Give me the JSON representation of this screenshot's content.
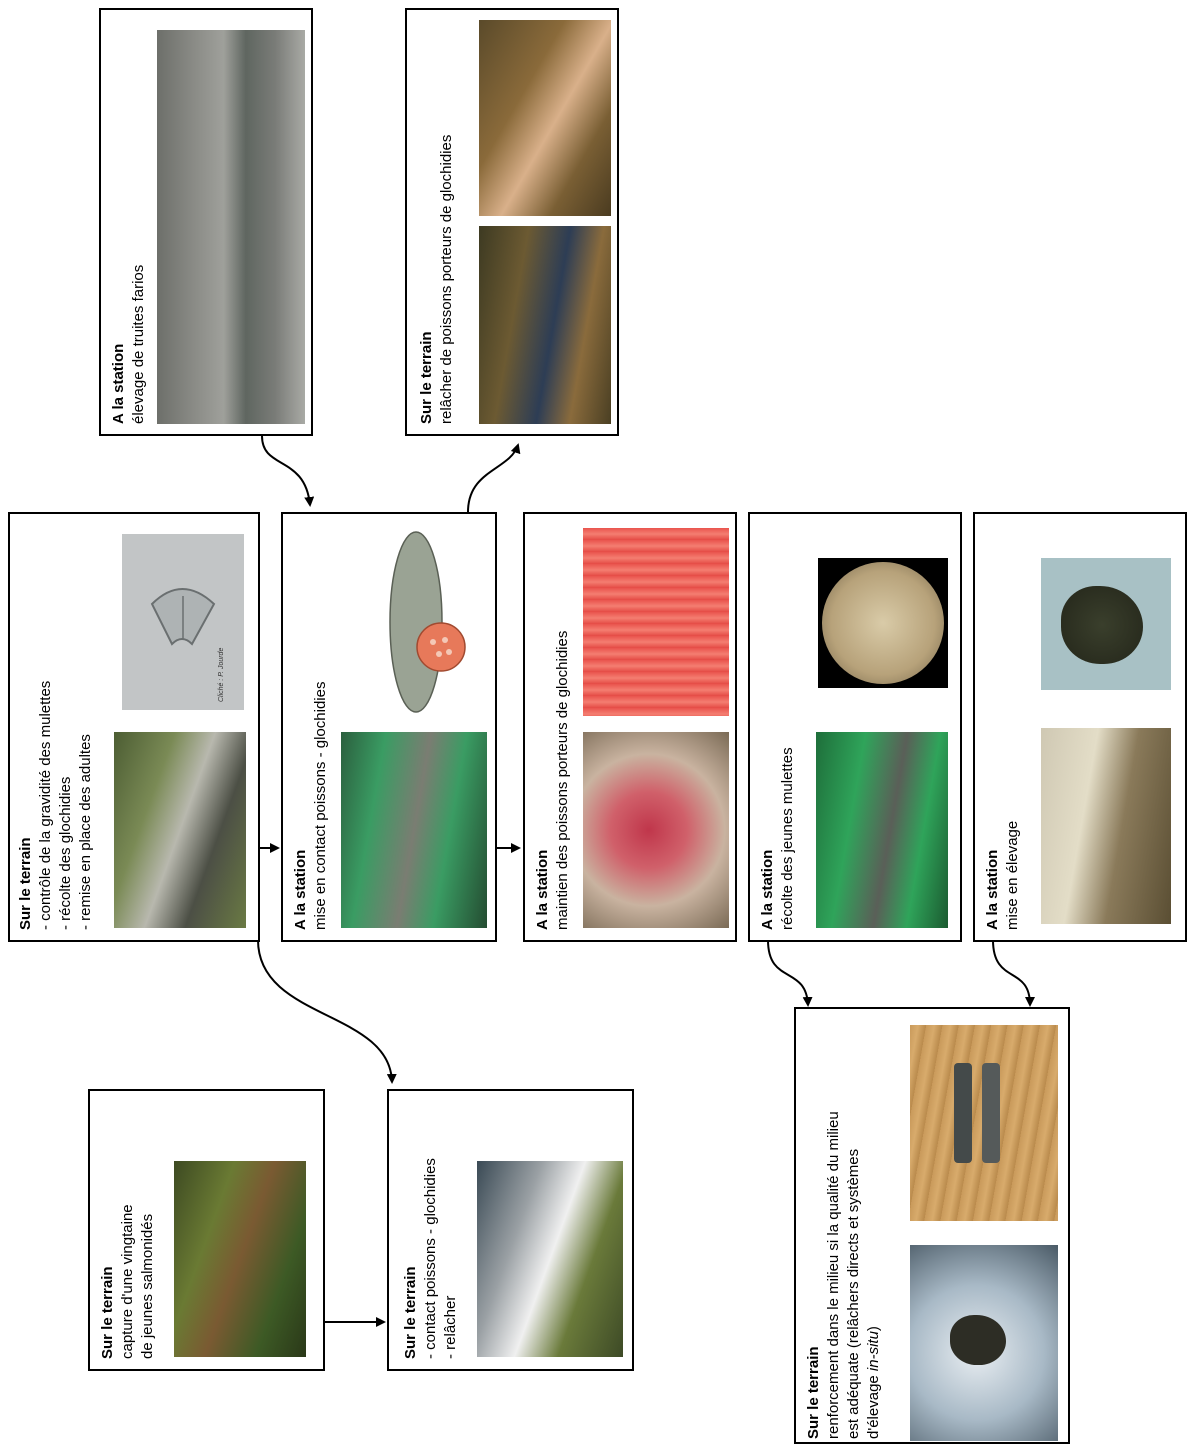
{
  "boxes": {
    "elevage": {
      "title": "A la station",
      "lines": [
        "élevage de truites farios"
      ]
    },
    "relacher_station": {
      "title": "Sur le terrain",
      "lines": [
        "relâcher de poissons porteurs de glochidies"
      ]
    },
    "gravidite": {
      "title": "Sur le terrain",
      "lines": [
        "- contrôle de la gravidité des mulettes",
        "- récolte des glochidies",
        "- remise en place des adultes"
      ],
      "photo_caption": "Cliché : P. Jourde"
    },
    "contact_station": {
      "title": "A la station",
      "lines": [
        "mise en contact poissons - glochidies"
      ]
    },
    "maintien": {
      "title": "A la station",
      "lines": [
        "maintien des poissons porteurs de glochidies"
      ]
    },
    "recolte": {
      "title": "A la station",
      "lines": [
        "récolte des jeunes mulettes"
      ]
    },
    "mise_elevage": {
      "title": "A la station",
      "lines": [
        "mise en élevage"
      ]
    },
    "capture": {
      "title": "Sur le terrain",
      "lines": [
        "capture d'une vingtaine",
        "de jeunes salmonidés"
      ]
    },
    "contact_terrain": {
      "title": "Sur le terrain",
      "lines": [
        "- contact poissons - glochidies",
        "- relâcher"
      ]
    },
    "renforcement": {
      "title": "Sur le terrain",
      "lines": [
        "renforcement dans le milieu si la qualité du milieu",
        "est adéquate (relâchers directs et systèmes"
      ],
      "line3_prefix": "d'élevage ",
      "line3_italic": "in-situ",
      "line3_suffix": ")"
    }
  },
  "colors": {
    "border": "#000000",
    "arrow": "#000000",
    "background": "#ffffff"
  }
}
